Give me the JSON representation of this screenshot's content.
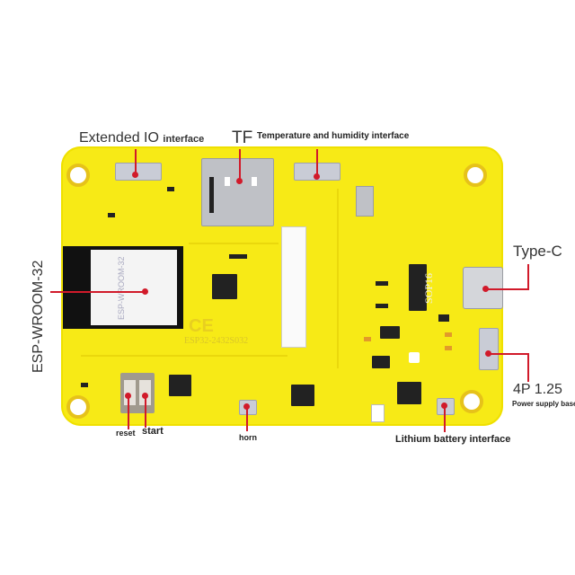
{
  "labels": {
    "extended_io": "Extended IO",
    "extended_io_suffix": "interface",
    "tf": "TF",
    "temp_humidity": "Temperature and humidity interface",
    "esp": "ESP-WROOM-32",
    "type_c": "Type-C",
    "power_4p": "4P 1.25",
    "power_supply_base": "Power supply base",
    "reset": "reset",
    "start": "start",
    "horn": "horn",
    "lithium": "Lithium battery interface"
  },
  "silkscreen": {
    "module_text": "ESP-WROOM-32",
    "board_name": "ESP32-2432S032",
    "sop16": "SOP16",
    "ce": "CE"
  },
  "colors": {
    "board": "#f7ea16",
    "callout": "#d11a2a"
  }
}
